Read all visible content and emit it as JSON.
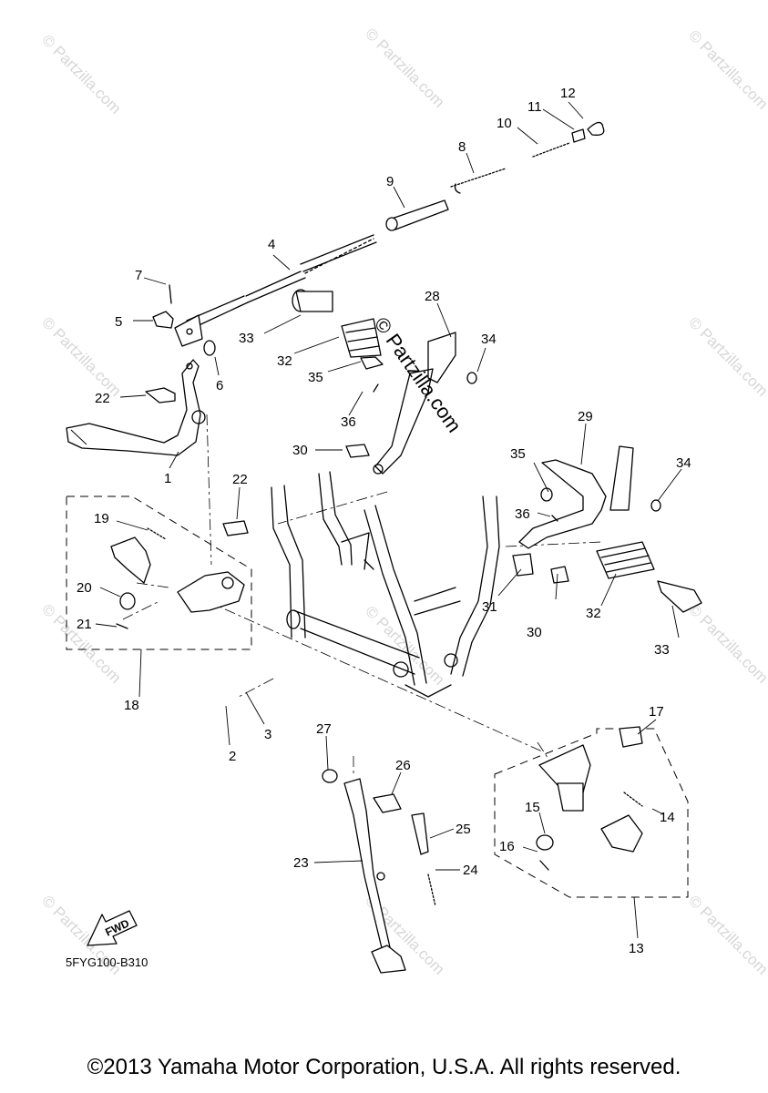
{
  "watermark": "© Partzilla.com",
  "center_watermark": "© Partzilla.com",
  "diagram_ref": "5FYG100-B310",
  "fwd_label": "FWD",
  "copyright": "©2013 Yamaha Motor Corporation, U.S.A. All rights reserved.",
  "callouts": [
    "1",
    "2",
    "3",
    "4",
    "5",
    "6",
    "7",
    "8",
    "9",
    "10",
    "11",
    "12",
    "13",
    "14",
    "15",
    "16",
    "17",
    "18",
    "19",
    "20",
    "21",
    "22",
    "22",
    "23",
    "24",
    "25",
    "26",
    "27",
    "28",
    "29",
    "30",
    "30",
    "31",
    "32",
    "32",
    "33",
    "33",
    "34",
    "34",
    "35",
    "35",
    "36",
    "36"
  ]
}
